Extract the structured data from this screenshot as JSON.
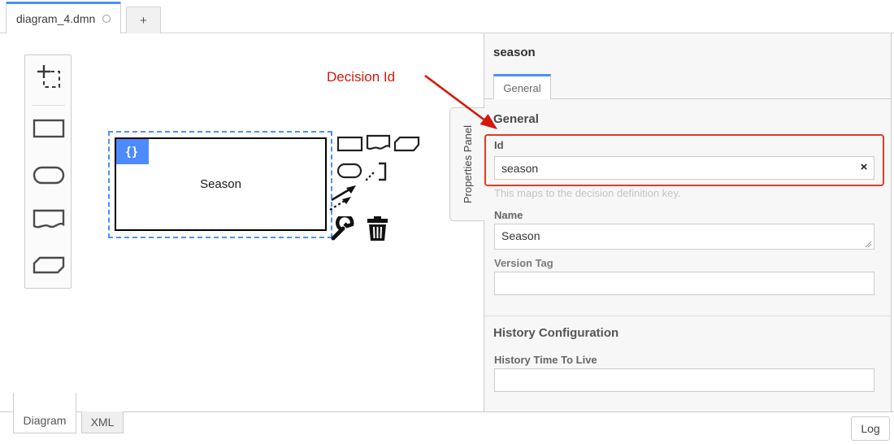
{
  "tab_bar": {
    "active_tab": "diagram_4.dmn",
    "unsaved_indicator": "circle",
    "new_tab_label": "+"
  },
  "palette": {
    "tools": [
      {
        "name": "lasso-tool-icon"
      },
      {
        "name": "create-decision-icon"
      },
      {
        "name": "create-input-data-icon"
      },
      {
        "name": "create-knowledge-source-icon"
      },
      {
        "name": "create-business-knowledge-model-icon"
      }
    ]
  },
  "canvas": {
    "decision": {
      "label": "Season",
      "badge": "{}",
      "selected": true
    },
    "context_pad": [
      {
        "name": "append-decision-icon"
      },
      {
        "name": "append-knowledge-source-icon"
      },
      {
        "name": "append-business-knowledge-model-icon"
      },
      {
        "name": "append-input-data-icon"
      },
      {
        "name": "append-text-annotation-icon"
      },
      {
        "name": "connect-icon"
      },
      {
        "name": "change-type-wrench-icon"
      },
      {
        "name": "delete-trash-icon"
      }
    ]
  },
  "annotation": {
    "label": "Decision Id"
  },
  "properties_panel": {
    "vertical_tab": "Properties Panel",
    "title": "season",
    "tab": "General",
    "general": {
      "heading": "General",
      "id": {
        "label": "Id",
        "value": "season",
        "clear": "×",
        "help": "This maps to the decision definition key."
      },
      "name": {
        "label": "Name",
        "value": "Season"
      },
      "version_tag": {
        "label": "Version Tag",
        "value": ""
      }
    },
    "history": {
      "heading": "History Configuration",
      "httl": {
        "label": "History Time To Live",
        "value": ""
      }
    }
  },
  "footer": {
    "tabs": [
      {
        "label": "Diagram"
      },
      {
        "label": "XML"
      }
    ],
    "log_button": "Log"
  },
  "colors": {
    "accent_blue": "#4a90f5",
    "badge_blue": "#4d8bfd",
    "selection_blue": "#4d90ff",
    "highlight_red": "#e23b24",
    "annotation_red": "#d6170a"
  }
}
